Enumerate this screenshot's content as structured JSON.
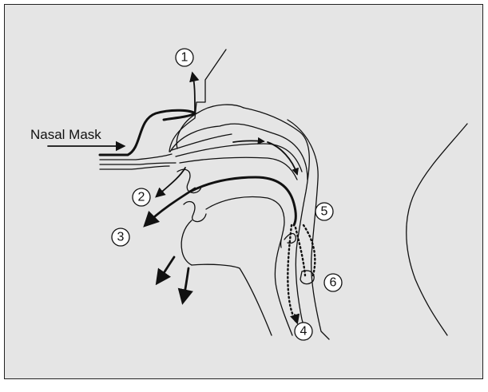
{
  "diagram": {
    "mask_label": "Nasal Mask",
    "markers": [
      "1",
      "2",
      "3",
      "4",
      "5",
      "6"
    ]
  },
  "colors": {
    "panel_bg": "#e5e5e5",
    "ink": "#111111",
    "marker_fill": "#ffffff"
  }
}
